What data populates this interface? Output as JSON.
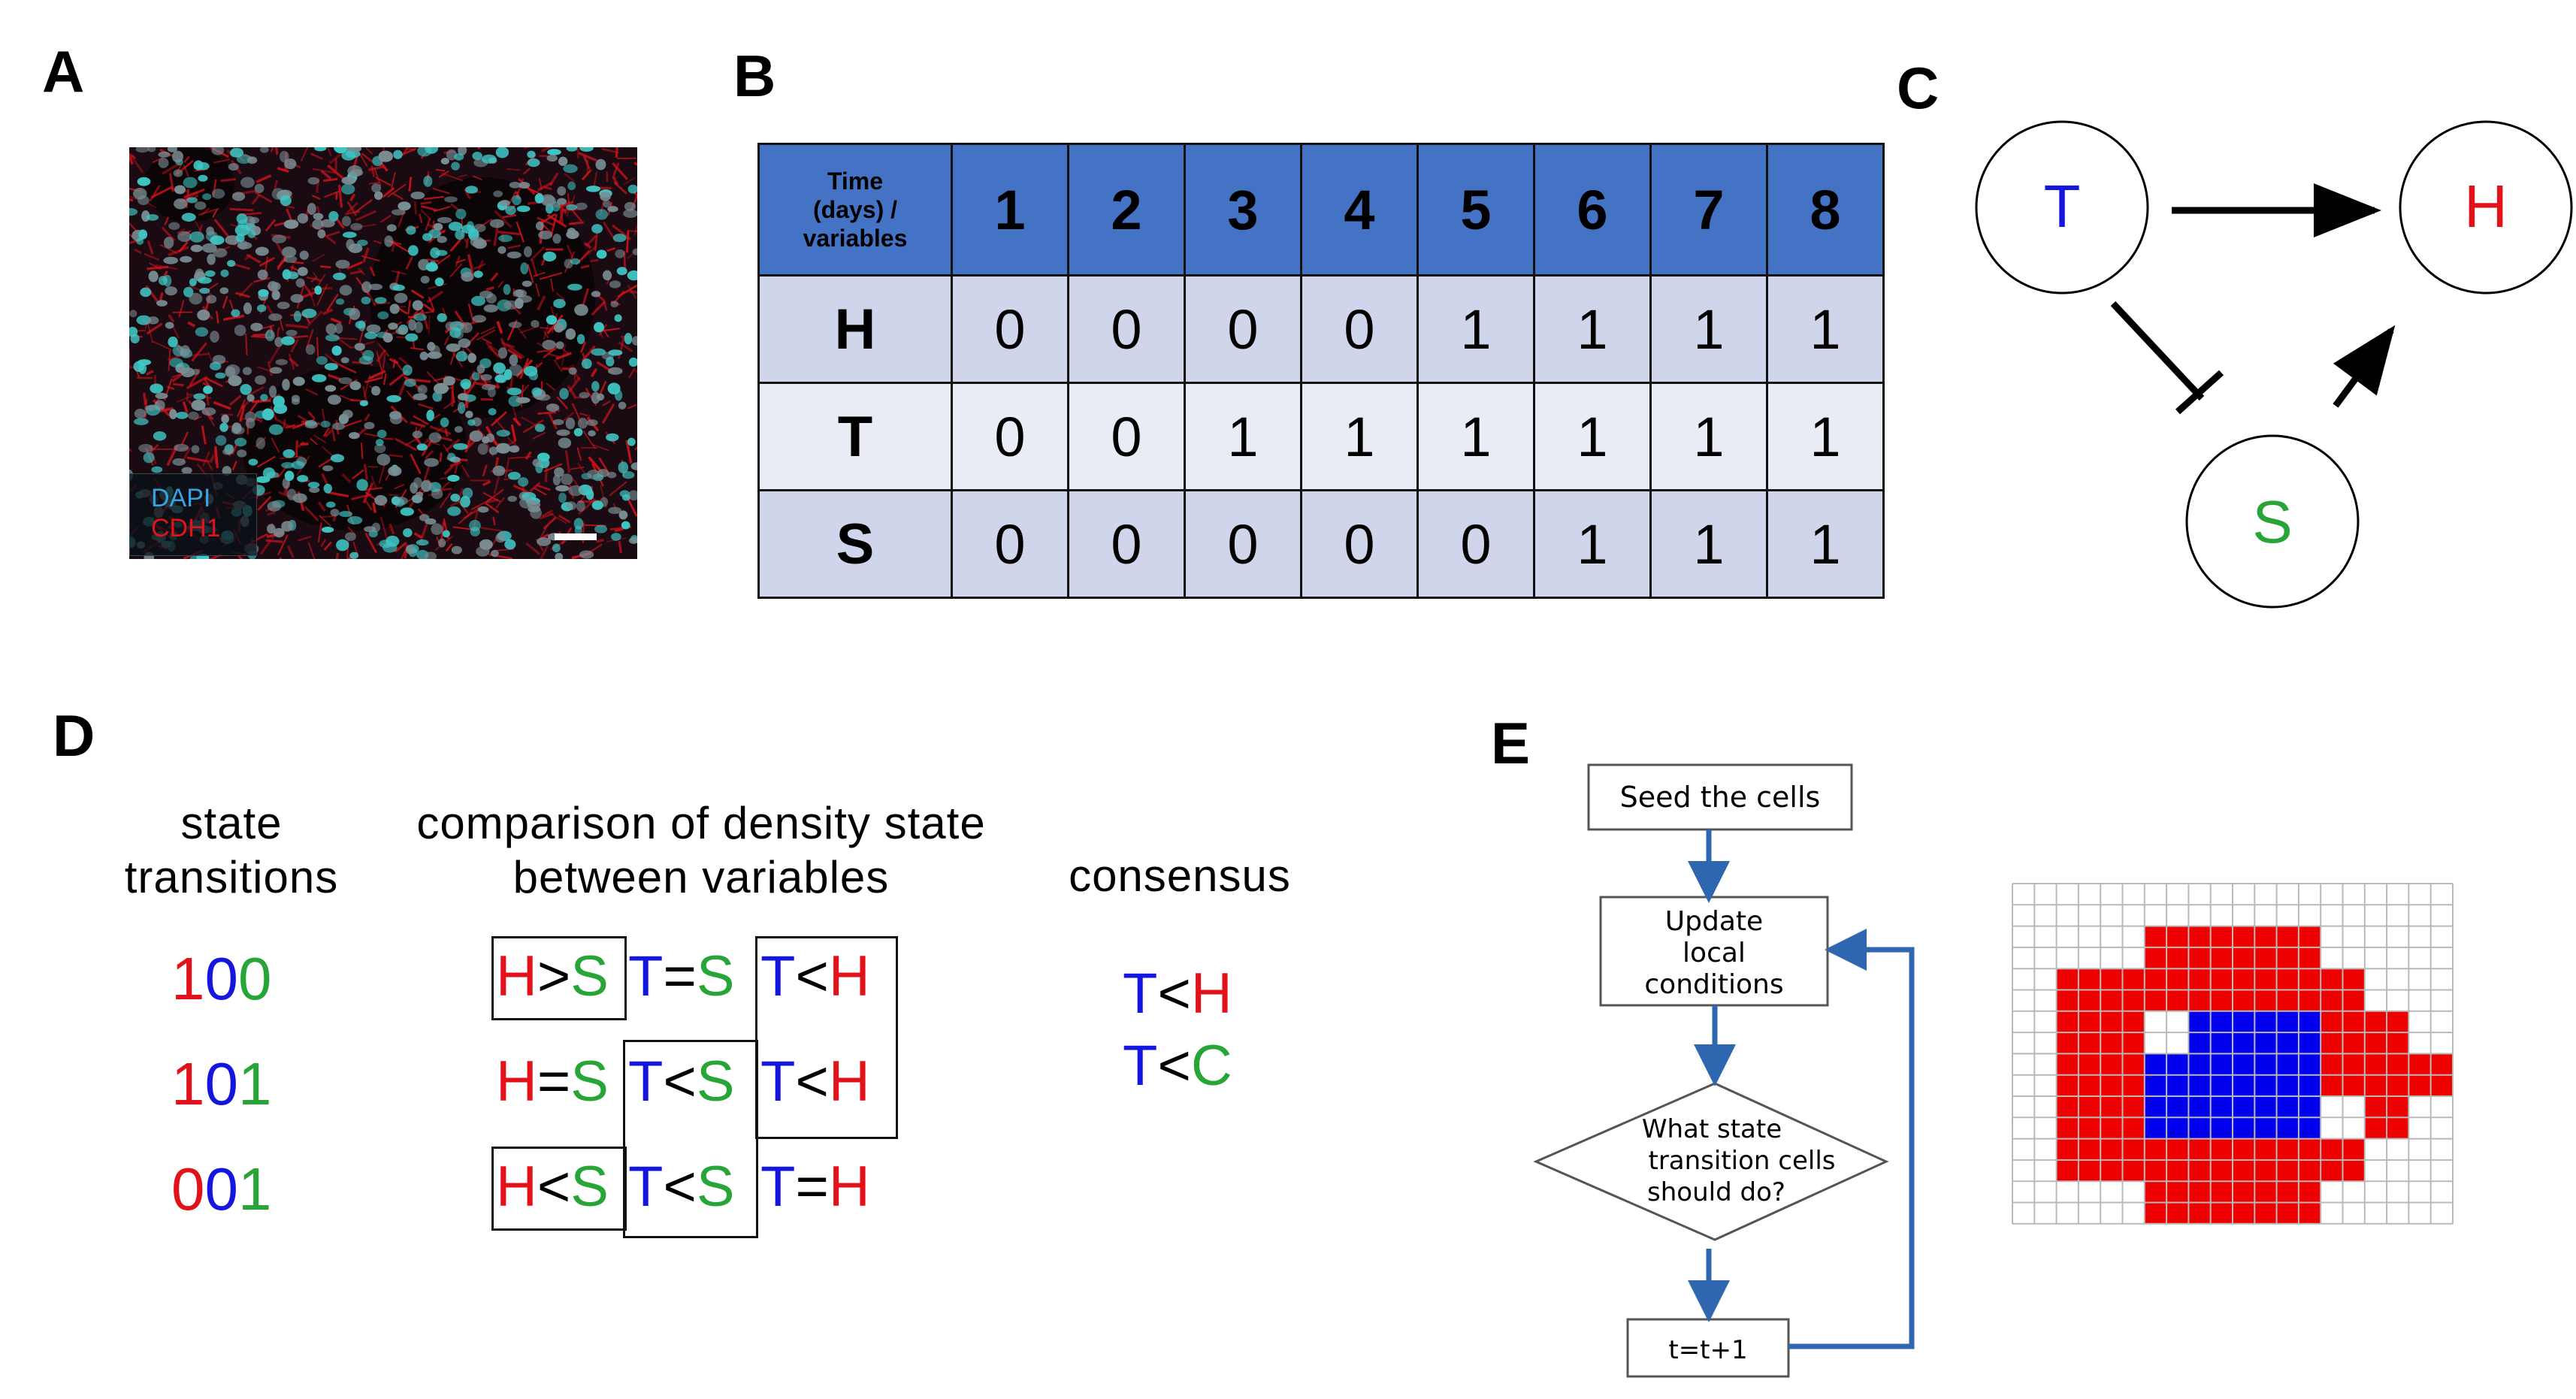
{
  "panels": {
    "a": "A",
    "b": "B",
    "c": "C",
    "d": "D",
    "e": "E"
  },
  "panel_a": {
    "legend_dapi": "DAPI",
    "legend_cdh1": "CDH1",
    "colors": {
      "nuclei": "#3fc6c4",
      "membrane": "#d8121c",
      "background": "#1a0b12"
    }
  },
  "panel_b": {
    "corner_header": [
      "Time",
      "(days) /",
      "variables"
    ],
    "columns": [
      "1",
      "2",
      "3",
      "4",
      "5",
      "6",
      "7",
      "8"
    ],
    "rows": [
      {
        "label": "H",
        "values": [
          "0",
          "0",
          "0",
          "0",
          "1",
          "1",
          "1",
          "1"
        ]
      },
      {
        "label": "T",
        "values": [
          "0",
          "0",
          "1",
          "1",
          "1",
          "1",
          "1",
          "1"
        ]
      },
      {
        "label": "S",
        "values": [
          "0",
          "0",
          "0",
          "0",
          "0",
          "1",
          "1",
          "1"
        ]
      }
    ],
    "colors": {
      "header": "#4472c4",
      "row_dark": "#cfd5ea",
      "row_light": "#e9ebf5"
    }
  },
  "panel_c": {
    "nodes": [
      {
        "label": "T",
        "color": "#1515e0"
      },
      {
        "label": "H",
        "color": "#e3111a"
      },
      {
        "label": "S",
        "color": "#27a536"
      }
    ],
    "edges": [
      {
        "from": "T",
        "to": "H",
        "type": "activation"
      },
      {
        "from": "T",
        "to": "S",
        "type": "inhibition"
      },
      {
        "from": "S",
        "to": "H",
        "type": "activation"
      }
    ]
  },
  "panel_d": {
    "head_transitions": [
      "state",
      "transitions"
    ],
    "head_comparison": [
      "comparison of density state",
      "between variables"
    ],
    "head_consensus": "consensus",
    "transitions": [
      {
        "digits": [
          "1",
          "0",
          "0"
        ]
      },
      {
        "digits": [
          "1",
          "0",
          "1"
        ]
      },
      {
        "digits": [
          "0",
          "0",
          "1"
        ]
      }
    ],
    "comparisons": [
      [
        {
          "a": "H",
          "op": ">",
          "b": "S"
        },
        {
          "a": "T",
          "op": "=",
          "b": "S"
        },
        {
          "a": "T",
          "op": "<",
          "b": "H"
        }
      ],
      [
        {
          "a": "H",
          "op": "=",
          "b": "S"
        },
        {
          "a": "T",
          "op": "<",
          "b": "S"
        },
        {
          "a": "T",
          "op": "<",
          "b": "H"
        }
      ],
      [
        {
          "a": "H",
          "op": "<",
          "b": "S"
        },
        {
          "a": "T",
          "op": "<",
          "b": "S"
        },
        {
          "a": "T",
          "op": "=",
          "b": "H"
        }
      ]
    ],
    "consensus": [
      {
        "a": "T",
        "op": "<",
        "b": "H"
      },
      {
        "a": "T",
        "op": "<",
        "b": "C"
      }
    ],
    "colors": {
      "H": "#e3111a",
      "S": "#27a536",
      "T": "#1515e0",
      "C": "#27a536",
      "1": "#e3111a",
      "0": "#1515e0"
    }
  },
  "panel_e": {
    "flow": {
      "seed": "Seed the cells",
      "update": [
        "Update",
        "local",
        "conditions"
      ],
      "decision": [
        "What state",
        "transition cells",
        "should do?"
      ],
      "step": "t=t+1"
    },
    "grid": {
      "rows": 8,
      "cols": 10,
      "cells": [
        "..........",
        "...RRRR...",
        ".RRRRRRR..",
        ".RRWBBBRR.",
        ".RRBBBBRRR",
        ".RRBBBBWR.",
        ".RRRRRRR..",
        "...RRRR..."
      ],
      "colors": {
        "R": "#ee0000",
        "B": "#0000ee",
        "W": "#ffffff",
        "line": "#b9b9b9"
      }
    },
    "arrow_color": "#2f66b0"
  }
}
